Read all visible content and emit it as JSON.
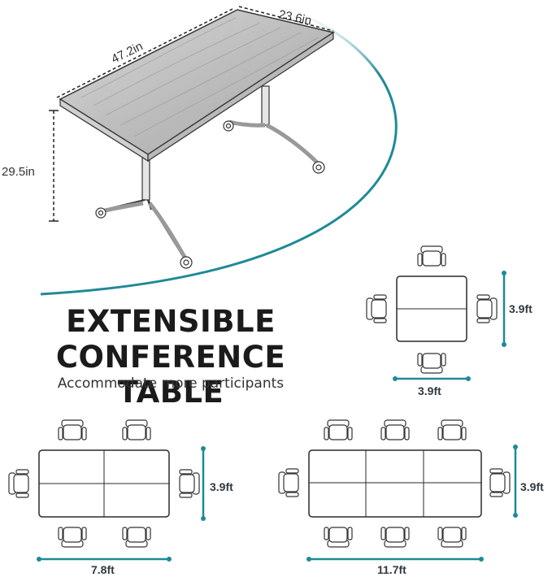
{
  "product": {
    "title_line1": "EXTENSIBLE",
    "title_line2": "CONFERENCE TABLE",
    "subtitle": "Accommodate more participants"
  },
  "dimensions": {
    "length": "47.2in",
    "width": "23.6in",
    "height": "29.5in"
  },
  "layouts": {
    "one_table": {
      "side": "3.9ft",
      "bottom": "3.9ft"
    },
    "two_tables": {
      "side": "3.9ft",
      "bottom": "7.8ft"
    },
    "three_tables": {
      "side": "3.9ft",
      "bottom": "11.7ft"
    }
  },
  "colors": {
    "accent": "#1f8a96",
    "outline": "#2a2a2a"
  },
  "icons": [
    "office-chair-icon",
    "table-top-icon",
    "caster-wheel-icon"
  ]
}
